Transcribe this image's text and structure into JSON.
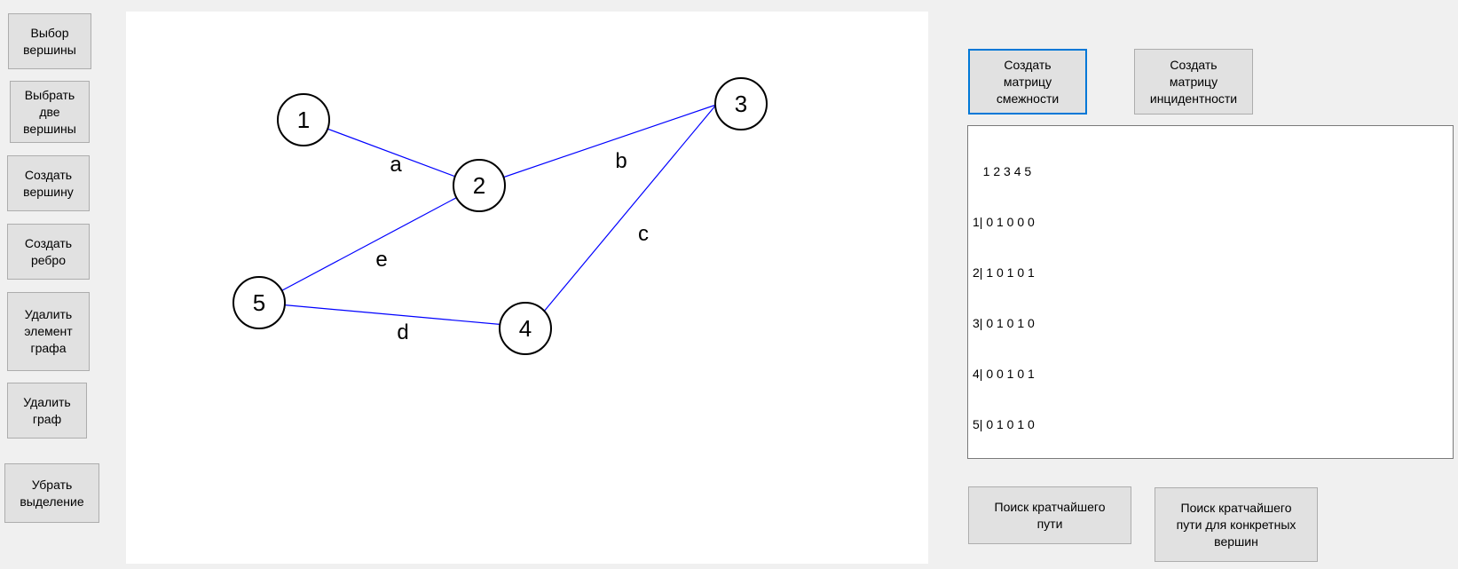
{
  "left_toolbar": {
    "select_vertex": "Выбор\nвершины",
    "select_two_vertices": "Выбрать\nдве\nвершины",
    "create_vertex": "Создать\nвершину",
    "create_edge": "Создать\nребро",
    "delete_element": "Удалить\nэлемент\nграфа",
    "delete_graph": "Удалить\nграф",
    "clear_selection": "Убрать\nвыделение"
  },
  "graph": {
    "vertex_labels": [
      "1",
      "2",
      "3",
      "4",
      "5"
    ],
    "edge_labels": [
      "a",
      "b",
      "c",
      "d",
      "e"
    ],
    "edge_color": "#0000ff",
    "vertex_stroke": "#000000"
  },
  "right_panel": {
    "adjacency_button": "Создать\nматрицу\nсмежности",
    "incidence_button": "Создать\nматрицу\nинцидентности",
    "matrix_lines": [
      "   1 2 3 4 5",
      "1| 0 1 0 0 0",
      "2| 1 0 1 0 1",
      "3| 0 1 0 1 0",
      "4| 0 0 1 0 1",
      "5| 0 1 0 1 0"
    ],
    "shortest_path_button": "Поиск кратчайшего\nпути",
    "shortest_path_specific_button": "Поиск кратчайшего\nпути для конкретных\nвершин"
  },
  "colors": {
    "focus_border": "#0078d7",
    "button_bg": "#e1e1e1",
    "window_bg": "#f0f0f0"
  }
}
